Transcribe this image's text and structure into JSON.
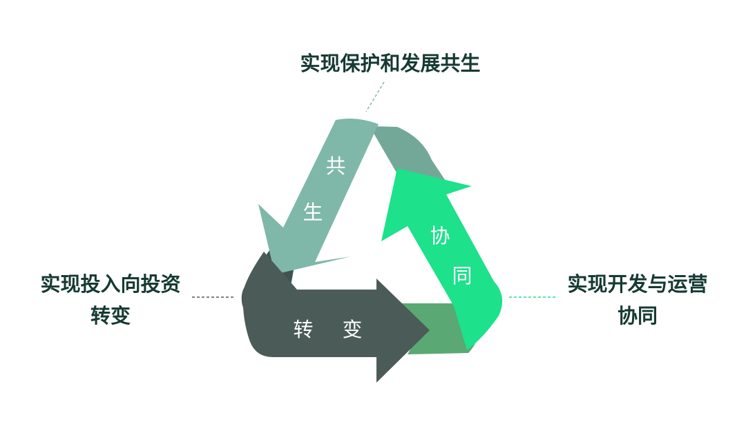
{
  "captions": {
    "top": "实现保护和发展共生",
    "left": [
      "实现投入向投资",
      "转变"
    ],
    "right": [
      "实现开发与运营",
      "协同"
    ]
  },
  "arrows": {
    "coexist": {
      "chars": [
        "共",
        "生"
      ],
      "color": "#7fb8a8",
      "fold_color": "#73a898"
    },
    "synergy": {
      "chars": [
        "协",
        "同"
      ],
      "color": "#1de18b",
      "fold_color": "#5aa874"
    },
    "transform": {
      "chars": [
        "转",
        "变"
      ],
      "color": "#4b5b58",
      "fold_color": "#3f5350"
    }
  }
}
